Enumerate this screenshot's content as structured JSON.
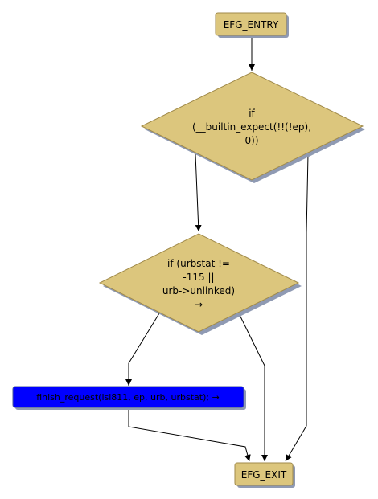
{
  "colors": {
    "node_fill": "#dcc67d",
    "node_stroke": "#a08a4a",
    "shadow": "#8f9ab3",
    "call_fill": "#0000ff",
    "call_stroke": "#4a5a9a",
    "edge": "#000000"
  },
  "nodes": {
    "entry": {
      "label": "EFG_ENTRY"
    },
    "cond1": {
      "lines": [
        "if",
        "(__builtin_expect(!!(!ep),",
        "0))"
      ]
    },
    "cond2": {
      "lines": [
        "if (urbstat !=",
        "-115 ||",
        "urb->unlinked)",
        "→"
      ]
    },
    "call": {
      "label": "finish_request(isl811, ep, urb, urbstat); →"
    },
    "exit": {
      "label": "EFG_EXIT"
    }
  }
}
